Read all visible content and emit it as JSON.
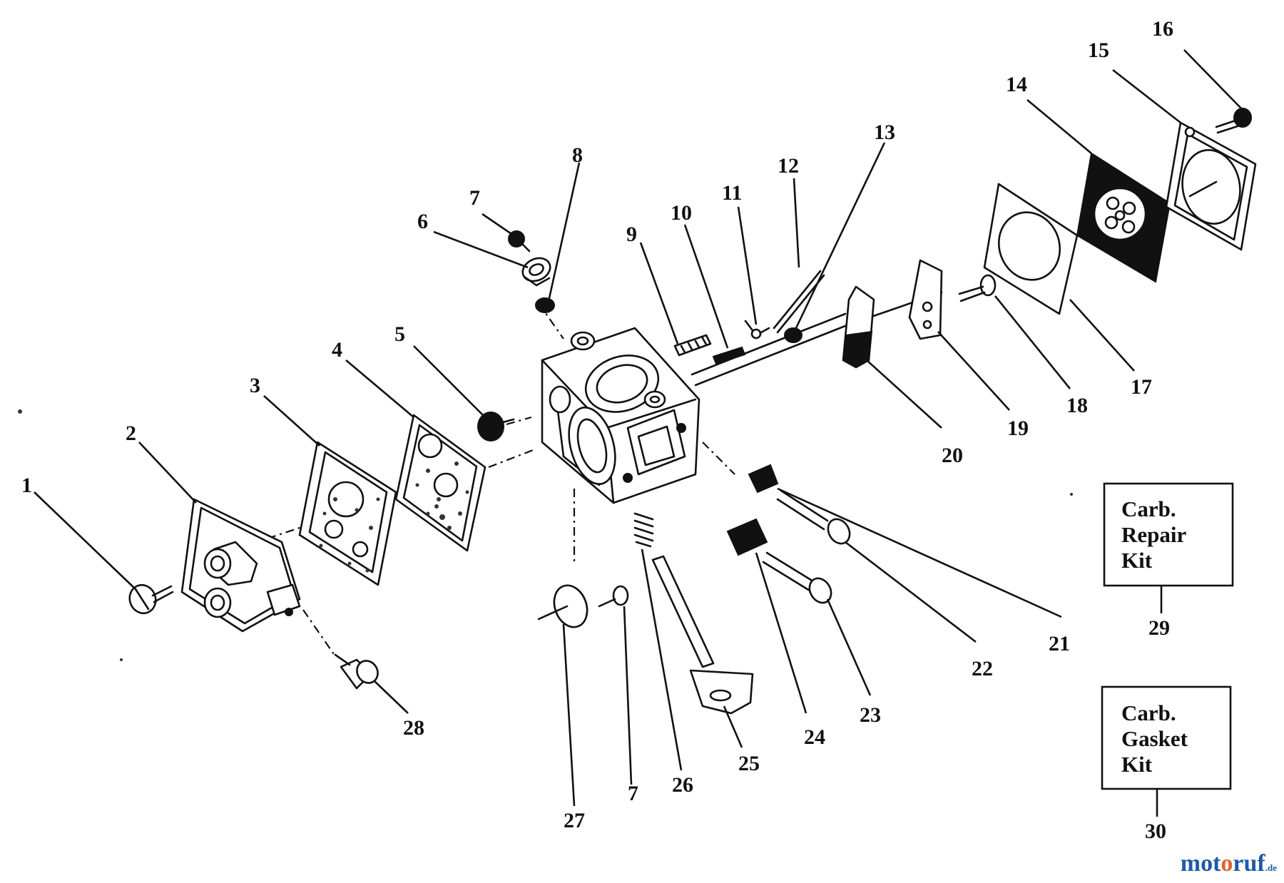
{
  "callouts": [
    {
      "id": "c1",
      "label": "1"
    },
    {
      "id": "c2",
      "label": "2"
    },
    {
      "id": "c3",
      "label": "3"
    },
    {
      "id": "c4",
      "label": "4"
    },
    {
      "id": "c5",
      "label": "5"
    },
    {
      "id": "c6",
      "label": "6"
    },
    {
      "id": "c7a",
      "label": "7"
    },
    {
      "id": "c8",
      "label": "8"
    },
    {
      "id": "c9",
      "label": "9"
    },
    {
      "id": "c10",
      "label": "10"
    },
    {
      "id": "c11",
      "label": "11"
    },
    {
      "id": "c12",
      "label": "12"
    },
    {
      "id": "c13",
      "label": "13"
    },
    {
      "id": "c14",
      "label": "14"
    },
    {
      "id": "c15",
      "label": "15"
    },
    {
      "id": "c16",
      "label": "16"
    },
    {
      "id": "c17",
      "label": "17"
    },
    {
      "id": "c18",
      "label": "18"
    },
    {
      "id": "c19",
      "label": "19"
    },
    {
      "id": "c20",
      "label": "20"
    },
    {
      "id": "c21",
      "label": "21"
    },
    {
      "id": "c22",
      "label": "22"
    },
    {
      "id": "c23",
      "label": "23"
    },
    {
      "id": "c24",
      "label": "24"
    },
    {
      "id": "c25",
      "label": "25"
    },
    {
      "id": "c26",
      "label": "26"
    },
    {
      "id": "c27",
      "label": "27"
    },
    {
      "id": "c7b",
      "label": "7"
    },
    {
      "id": "c28",
      "label": "28"
    },
    {
      "id": "c29",
      "label": "29"
    },
    {
      "id": "c30",
      "label": "30"
    }
  ],
  "kits": {
    "repair": {
      "lines": [
        "Carb.",
        "Repair",
        "Kit"
      ],
      "number": "29"
    },
    "gasket": {
      "lines": [
        "Carb.",
        "Gasket",
        "Kit"
      ],
      "number": "30"
    }
  },
  "watermark": {
    "main": "mot",
    "accent": "o",
    "rest": "ruf",
    "suffix": ".de"
  }
}
